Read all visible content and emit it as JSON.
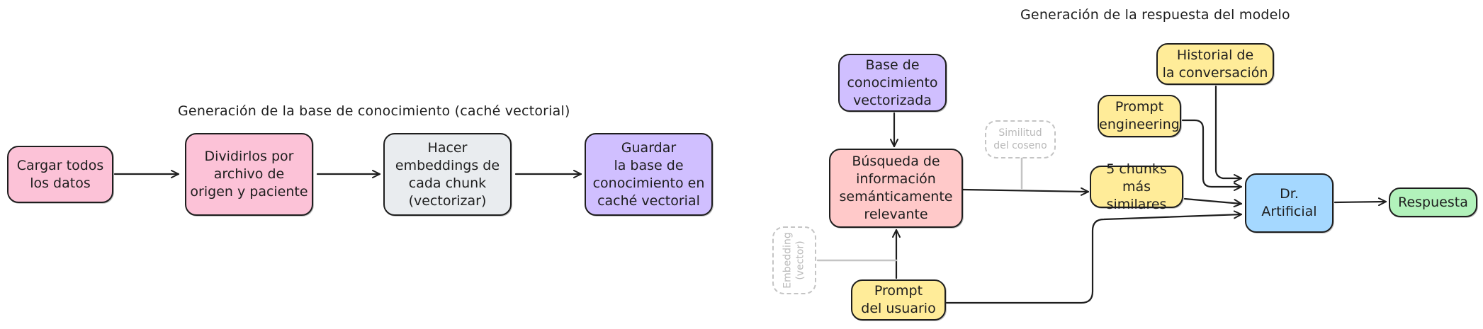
{
  "diagram": {
    "title_left": "Generación de la base de conocimiento (caché vectorial)",
    "title_right": "Generación de la respuesta del modelo",
    "nodes": {
      "cargar": "Cargar todos\nlos datos",
      "dividir": "Dividirlos por\narchivo de\norigen y paciente",
      "hacer": "Hacer\nembeddings de\ncada chunk\n(vectorizar)",
      "guardar": "Guardar\nla base de\nconocimiento en\ncaché vectorial",
      "base": "Base de\nconocimiento\nvectorizada",
      "busqueda": "Búsqueda de\ninformación\nsemánticamente\nrelevante",
      "similitud": "Similitud\ndel coseno",
      "embedding": "Embedding\n(vector)",
      "prompt_usuario": "Prompt\ndel usuario",
      "prompt_eng": "Prompt\nengineering",
      "historial": "Historial de\nla conversación",
      "chunks": "5 chunks\nmás similares",
      "dr": "Dr.\nArtificial",
      "respuesta": "Respuesta"
    },
    "colors": {
      "pink": "#fcc2d7",
      "gray": "#e9ecef",
      "purple": "#d0bfff",
      "red": "#ffc9c9",
      "yellow": "#ffec99",
      "blue": "#a5d8ff",
      "green": "#b2f2bb"
    }
  }
}
